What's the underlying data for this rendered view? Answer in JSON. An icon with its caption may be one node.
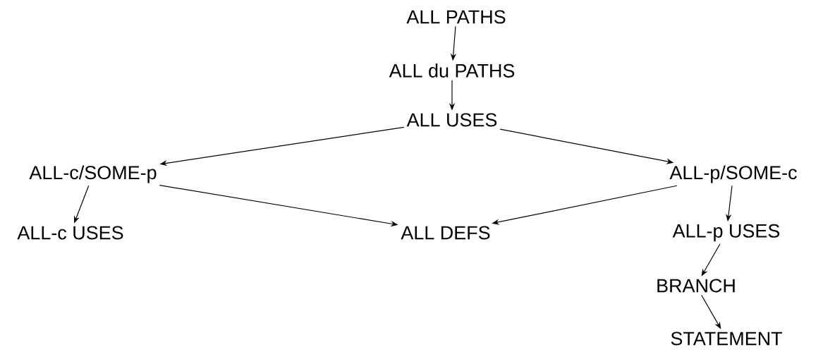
{
  "diagram": {
    "nodes": [
      {
        "text": [
          "ALL PATHS"
        ]
      },
      {
        "text": [
          "ALL du PATHS"
        ]
      },
      {
        "text": [
          "ALL USES"
        ]
      },
      {
        "text": [
          "ALL-c/SOME-p"
        ]
      },
      {
        "text": [
          "ALL-p/SOME-c"
        ]
      },
      {
        "text": [
          "ALL-c USES"
        ]
      },
      {
        "text": [
          "ALL DEFS"
        ]
      },
      {
        "text": [
          "ALL-p USES"
        ]
      },
      {
        "text": [
          "BRANCH"
        ]
      },
      {
        "text": [
          "STATEMENT"
        ]
      }
    ],
    "edges": [
      {
        "from": 0,
        "to": 1,
        "arrow": "to"
      },
      {
        "from": 1,
        "to": 2,
        "arrow": "to"
      },
      {
        "from": 2,
        "to": 3,
        "arrow": "to"
      },
      {
        "from": 2,
        "to": 4,
        "arrow": "to"
      },
      {
        "from": 3,
        "to": 5,
        "arrow": "to"
      },
      {
        "from": 3,
        "to": 6,
        "arrow": "to"
      },
      {
        "from": 4,
        "to": 6,
        "arrow": "to"
      },
      {
        "from": 4,
        "to": 7,
        "arrow": "to"
      },
      {
        "from": 7,
        "to": 8,
        "arrow": "to"
      },
      {
        "from": 8,
        "to": 9,
        "arrow": "to"
      }
    ]
  }
}
